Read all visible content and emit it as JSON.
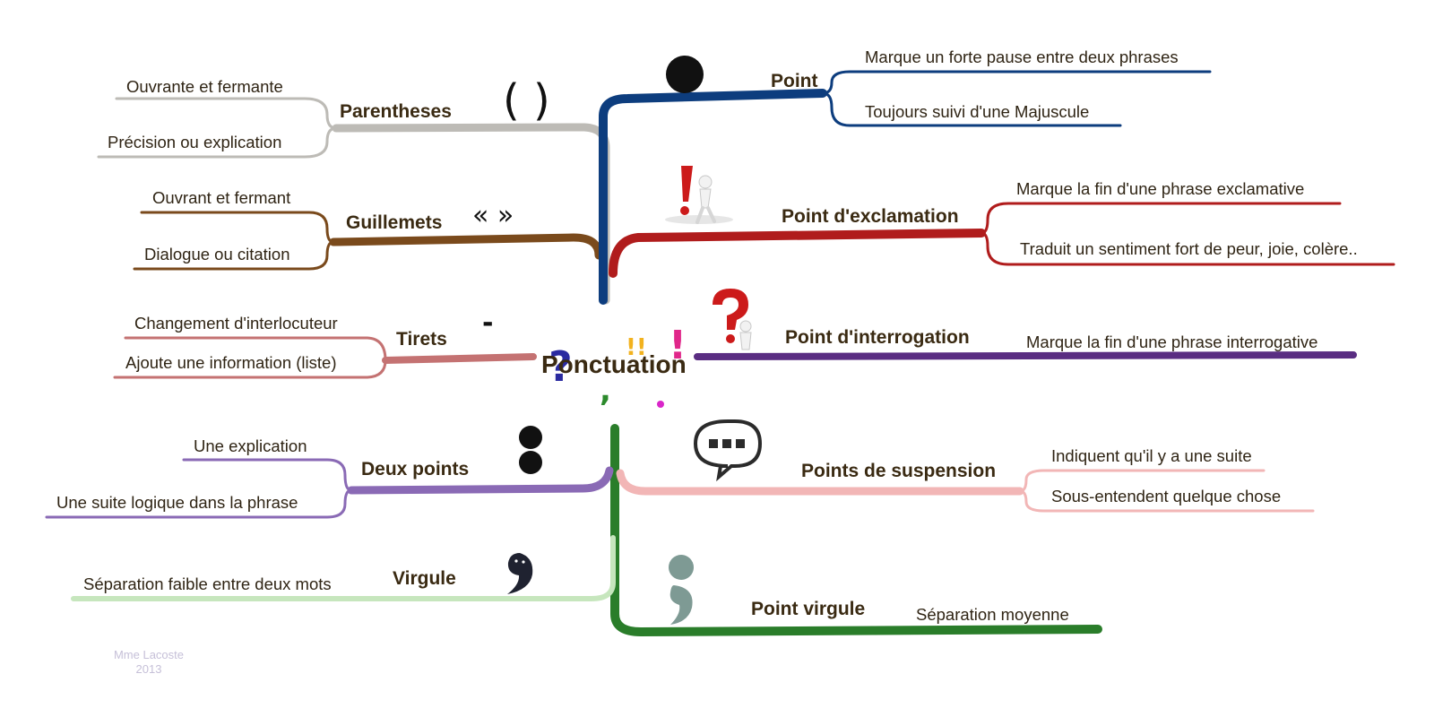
{
  "center": {
    "label": "Ponctuation"
  },
  "branches": {
    "parentheses": {
      "label": "Parentheses",
      "symbol": "( )",
      "color": "#bdbbb6",
      "leaves": [
        "Ouvrante et fermante",
        "Précision ou explication"
      ]
    },
    "guillemets": {
      "label": "Guillemets",
      "symbol": "« »",
      "color": "#7a4a1c",
      "leaves": [
        "Ouvrant et fermant",
        "Dialogue ou citation"
      ]
    },
    "tirets": {
      "label": "Tirets",
      "symbol": "-",
      "color": "#c47272",
      "leaves": [
        "Changement d'interlocuteur",
        "Ajoute une information (liste)"
      ]
    },
    "deux_points": {
      "label": "Deux points",
      "color": "#8a6ab5",
      "leaves": [
        "Une explication",
        "Une suite logique dans la phrase"
      ]
    },
    "virgule": {
      "label": "Virgule",
      "color": "#c6e6bd",
      "leaves": [
        "Séparation faible entre deux mots"
      ]
    },
    "point": {
      "label": "Point",
      "color": "#0d3d7e",
      "leaves": [
        "Marque un forte pause entre deux phrases",
        "Toujours suivi d'une Majuscule"
      ]
    },
    "exclamation": {
      "label": "Point d'exclamation",
      "color": "#b01c1c",
      "leaves": [
        "Marque la fin d'une phrase exclamative",
        "Traduit un sentiment fort de peur, joie, colère.."
      ]
    },
    "interrogation": {
      "label": "Point d'interrogation",
      "color": "#5a2d82",
      "leaves": [
        "Marque la fin d'une phrase interrogative"
      ]
    },
    "suspension": {
      "label": "Points de suspension",
      "color": "#f2b6b6",
      "leaves": [
        "Indiquent qu'il y a une suite",
        "Sous-entendent quelque chose"
      ]
    },
    "point_virgule": {
      "label": "Point virgule",
      "color": "#2a7d2a",
      "leaves": [
        "Séparation moyenne"
      ]
    }
  },
  "credit": {
    "author": "Mme Lacoste",
    "year": "2013"
  }
}
